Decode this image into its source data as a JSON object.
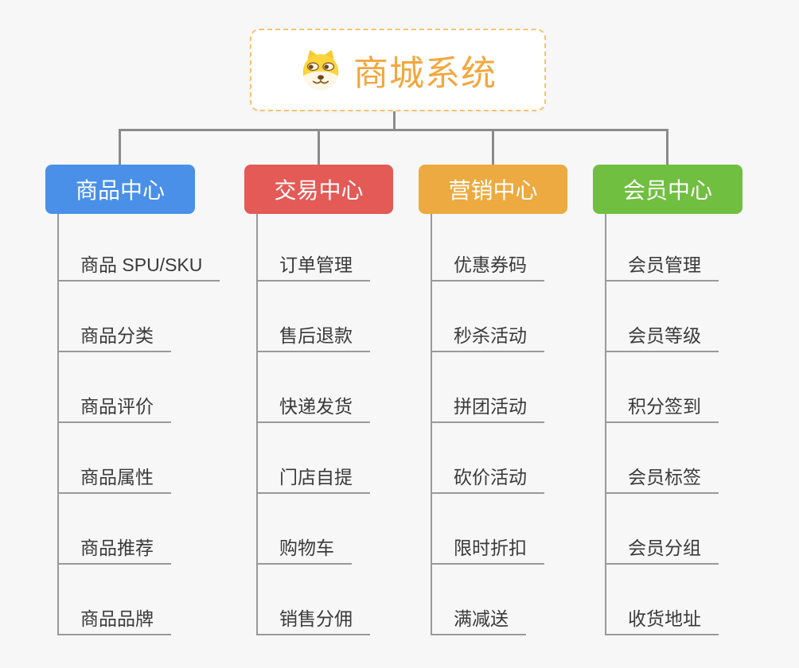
{
  "root": {
    "title": "商城系统",
    "icon": "dog-face-icon",
    "accent_color": "#f2a73e",
    "border_color": "#f6c370"
  },
  "palette": {
    "background": "#f7f7f7",
    "connector_gray": "#8b8b8b",
    "child_line_gray": "#999999",
    "child_text": "#3a3a3a"
  },
  "branches": [
    {
      "id": "product",
      "label": "商品中心",
      "color": "#4a90e8",
      "children": [
        "商品 SPU/SKU",
        "商品分类",
        "商品评价",
        "商品属性",
        "商品推荐",
        "商品品牌"
      ]
    },
    {
      "id": "trade",
      "label": "交易中心",
      "color": "#e35a56",
      "children": [
        "订单管理",
        "售后退款",
        "快递发货",
        "门店自提",
        "购物车",
        "销售分佣"
      ]
    },
    {
      "id": "marketing",
      "label": "营销中心",
      "color": "#ecaa40",
      "children": [
        "优惠券码",
        "秒杀活动",
        "拼团活动",
        "砍价活动",
        "限时折扣",
        "满减送"
      ]
    },
    {
      "id": "member",
      "label": "会员中心",
      "color": "#70bf41",
      "children": [
        "会员管理",
        "会员等级",
        "积分签到",
        "会员标签",
        "会员分组",
        "收货地址"
      ]
    }
  ]
}
